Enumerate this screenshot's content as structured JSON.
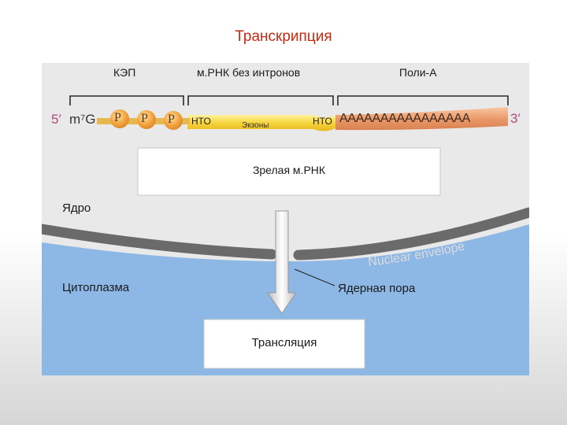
{
  "slide": {
    "title": "Транскрипция"
  },
  "diagram": {
    "segments": {
      "cap": "КЭП",
      "mrna": "м.РНК без интронов",
      "polya": "Поли-А"
    },
    "strand": {
      "five_prime": "5′",
      "cap_group": "m⁷G",
      "phosphates": [
        "P",
        "P",
        "P"
      ],
      "utr_left": "НТО",
      "exons": "Экзоны",
      "utr_right": "НТО",
      "polya_tail": "AAAAAAAAAAAAAAAA",
      "three_prime": "3′"
    },
    "mature_box": "Зрелая м.РНК",
    "nucleus": "Ядро",
    "envelope": "Nuclear envelope",
    "cytoplasm": "Цитоплазма",
    "pore": "Ядерная пора",
    "translation_box": "Трансляция"
  },
  "colors": {
    "title": "#c62b12",
    "nucleus_bg": "#e9e9e9",
    "cytoplasm_bg": "#8db7e5",
    "membrane": "#6a6a6a",
    "phosphate": "#f0a040",
    "exon_strand": "#f8d94a",
    "polya_strand": "#e8a070",
    "end_labels": "#b04a78"
  }
}
